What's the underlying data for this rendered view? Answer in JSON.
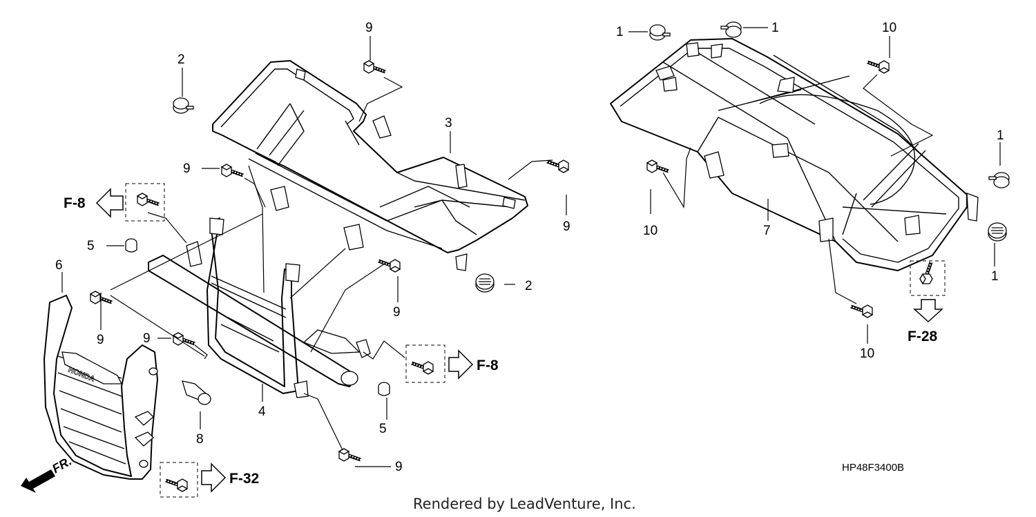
{
  "diagram": {
    "part_callouts": {
      "c1a": "1",
      "c1b": "1",
      "c1c": "1",
      "c1d": "1",
      "c2a": "2",
      "c2b": "2",
      "c3": "3",
      "c4": "4",
      "c5a": "5",
      "c5b": "5",
      "c6": "6",
      "c7": "7",
      "c8": "8",
      "c9a": "9",
      "c9b": "9",
      "c9c": "9",
      "c9d": "9",
      "c9e": "9",
      "c9f": "9",
      "c9g": "9",
      "c10a": "10",
      "c10b": "10",
      "c10c": "10"
    },
    "references": {
      "f8_left": "F-8",
      "f8_right": "F-8",
      "f32": "F-32",
      "f28": "F-28"
    },
    "front_marker": "FR.",
    "emblem_text": "HONDA",
    "diagram_code": "HP48F3400B",
    "credit": "Rendered by LeadVenture, Inc."
  }
}
